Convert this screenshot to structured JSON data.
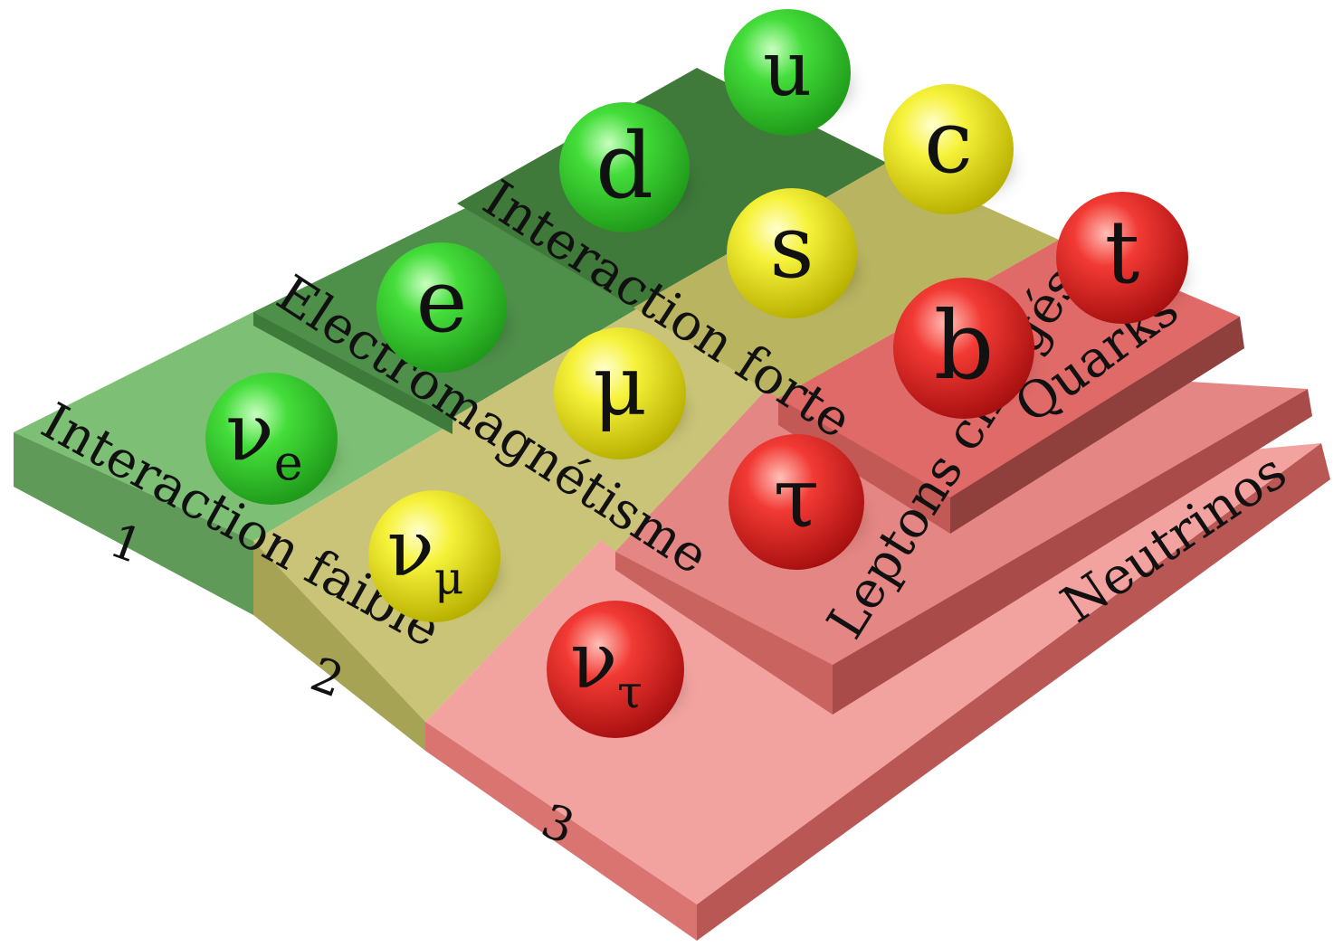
{
  "generations": [
    "1",
    "2",
    "3"
  ],
  "interactions": {
    "weak": "Interaction faible",
    "electromagnetic": "Electromagnétisme",
    "strong": "Interaction forte"
  },
  "categories": {
    "neutrinos": "Neutrinos",
    "charged_leptons": "Leptons chargés",
    "quarks": "Quarks"
  },
  "particles": {
    "u": "u",
    "d": "d",
    "c": "c",
    "s": "s",
    "t": "t",
    "b": "b",
    "e": "e",
    "mu": "μ",
    "tau": "τ",
    "nu_e": {
      "base": "ν",
      "sub": "e"
    },
    "nu_mu": {
      "base": "ν",
      "sub": "μ"
    },
    "nu_tau": {
      "base": "ν",
      "sub": "τ"
    }
  },
  "colors": {
    "green_light": "#8fcc88",
    "green_mid": "#6aae62",
    "green_dark": "#4e8f4a",
    "olive": "#c9c477",
    "olive_dark": "#a6a355",
    "pink": "#f2a3a0",
    "pink_mid": "#e48683",
    "red": "#e06a68",
    "side_dark": "#b85754",
    "ball_green": "#33cc33",
    "ball_yellow": "#eeee22",
    "ball_red": "#ee2222"
  }
}
